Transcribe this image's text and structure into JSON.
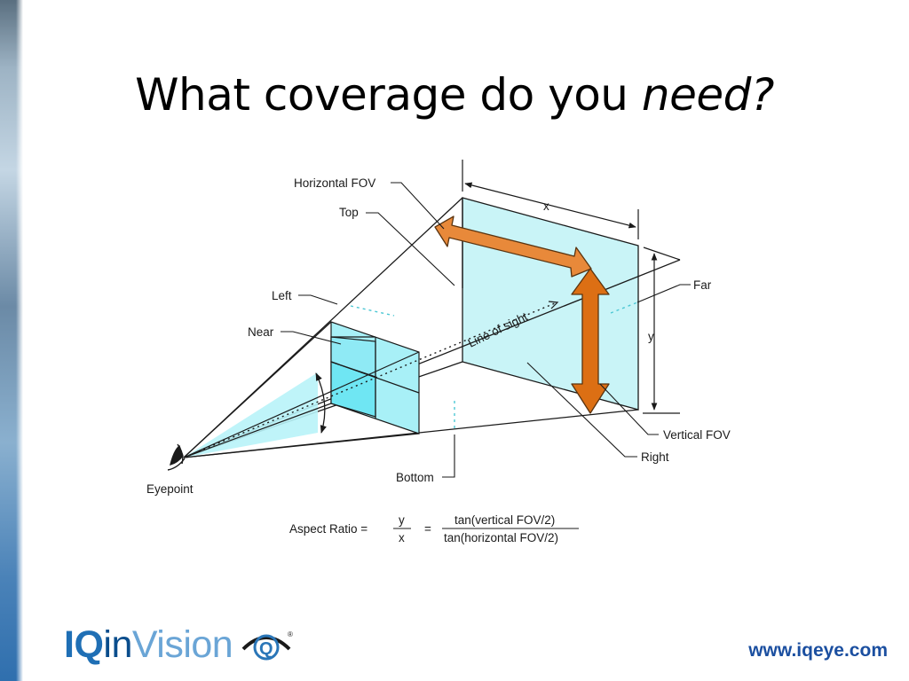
{
  "title": {
    "main": "What coverage do you ",
    "emphasis": "need?"
  },
  "diagram": {
    "labels": {
      "horizontal_fov": "Horizontal FOV",
      "top": "Top",
      "left": "Left",
      "near": "Near",
      "eyepoint": "Eyepoint",
      "bottom": "Bottom",
      "line_of_sight": "Line of sight",
      "x": "x",
      "y": "y",
      "far": "Far",
      "vertical_fov": "Vertical FOV",
      "right": "Right"
    },
    "formula": {
      "prefix": "Aspect Ratio =",
      "numerator_1": "y",
      "denominator_1": "x",
      "equals": "=",
      "numerator_2": "tan(vertical FOV/2)",
      "denominator_2": "tan(horizontal FOV/2)"
    },
    "colors": {
      "far_plane": "#c9f4f7",
      "near_plane": "#a8f0f7",
      "near_inner": "#6fe6f3",
      "arrow_horizontal": "#e8893a",
      "arrow_vertical": "#dc6f14"
    }
  },
  "logo": {
    "iq": "IQ",
    "in": "in",
    "vision": "Vision",
    "mark": "Q",
    "registered": "®"
  },
  "website": "www.iqeye.com"
}
